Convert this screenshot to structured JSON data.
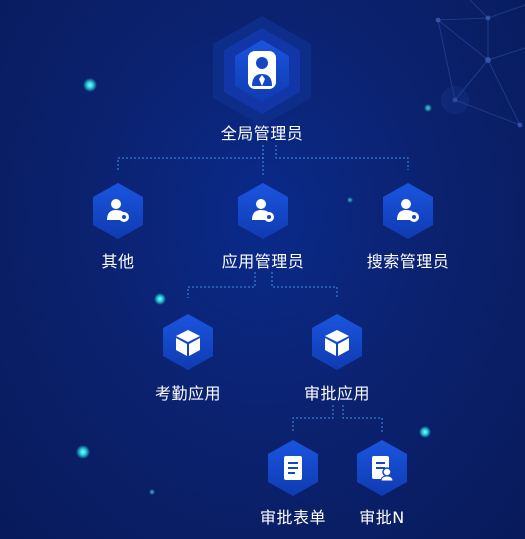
{
  "colors": {
    "background": "#0b2270",
    "hex_fill": "#1446c8",
    "hex_ring": "#0f3596",
    "connector": "#4aa3ff",
    "dot_glow": "#27e0e6"
  },
  "nodes": {
    "root": {
      "label": "全局管理员",
      "icon": "admin-user-icon"
    },
    "other": {
      "label": "其他",
      "icon": "user-gear-icon"
    },
    "app_admin": {
      "label": "应用管理员",
      "icon": "user-gear-icon"
    },
    "search_admin": {
      "label": "搜索管理员",
      "icon": "user-gear-icon"
    },
    "attendance_app": {
      "label": "考勤应用",
      "icon": "cube-icon"
    },
    "approval_app": {
      "label": "审批应用",
      "icon": "cube-icon"
    },
    "approval_form": {
      "label": "审批表单",
      "icon": "document-icon"
    },
    "approval_n": {
      "label": "审批N",
      "icon": "document-user-icon"
    }
  }
}
